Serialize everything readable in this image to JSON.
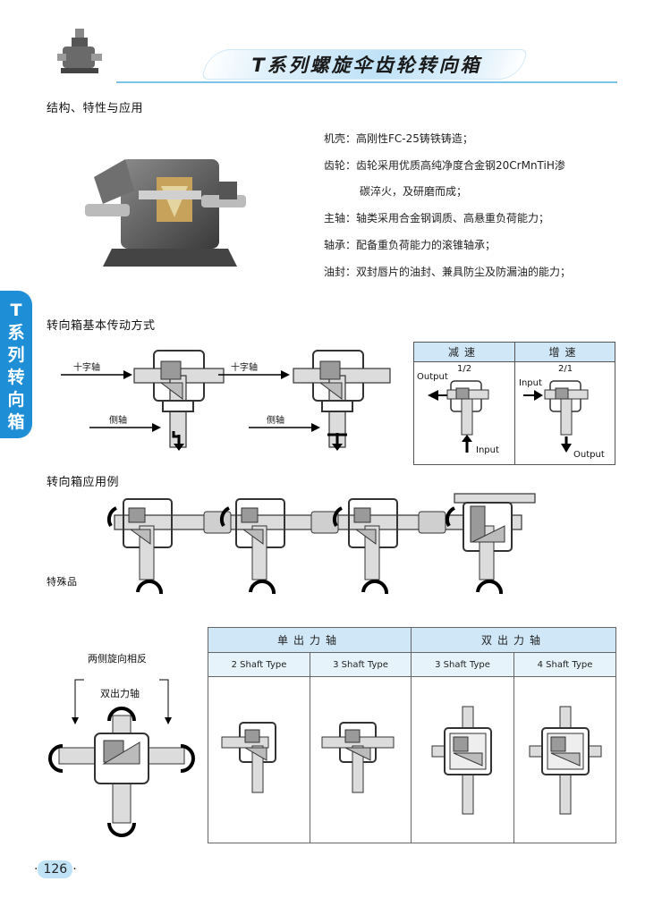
{
  "header": {
    "title": "T系列螺旋伞齿轮转向箱"
  },
  "side_tab": {
    "label": "T系列转向箱"
  },
  "section1": {
    "heading": "结构、特性与应用",
    "specs": [
      {
        "label": "机壳：",
        "text": "高刚性FC-25铸铁铸造；"
      },
      {
        "label": "齿轮：",
        "text": "齿轮采用优质高纯净度合金钢20CrMnTiH渗"
      },
      {
        "label": "",
        "text": "碳淬火，及研磨而成；"
      },
      {
        "label": "主轴：",
        "text": "轴类采用合金钢调质、高悬重负荷能力；"
      },
      {
        "label": "轴承：",
        "text": "配备重负荷能力的滚锥轴承；"
      },
      {
        "label": "油封：",
        "text": "双封唇片的油封、兼具防尘及防漏油的能力；"
      }
    ]
  },
  "section2": {
    "heading": "转向箱基本传动方式",
    "cross_shaft_label": "十字轴",
    "side_shaft_label": "侧轴",
    "speed_table": {
      "reduce_header": "减速",
      "increase_header": "增速",
      "reduce_ratio": "1/2",
      "increase_ratio": "2/1",
      "output": "Output",
      "input": "Input"
    }
  },
  "section3": {
    "heading": "转向箱应用例",
    "special_label": "特殊品"
  },
  "section4": {
    "opposite_label": "两侧旋向相反",
    "double_output_label": "双出力轴",
    "single_header": "单出力轴",
    "double_header": "双出力轴",
    "types": [
      "2 Shaft Type",
      "3 Shaft Type",
      "3 Shaft Type",
      "4 Shaft Type"
    ]
  },
  "footer": {
    "page_number": "126"
  },
  "colors": {
    "accent": "#1e8fd6",
    "light_blue": "#cfe7f7",
    "line_blue": "#7ec4e8"
  }
}
